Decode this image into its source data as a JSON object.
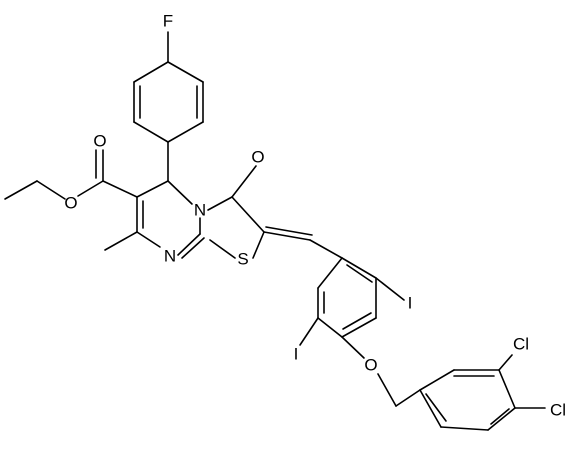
{
  "molecule": {
    "atoms": [
      {
        "id": "F",
        "element": "F",
        "label": "F"
      },
      {
        "id": "O1",
        "element": "O",
        "label": "O"
      },
      {
        "id": "O2",
        "element": "O",
        "label": "O"
      },
      {
        "id": "O3",
        "element": "O",
        "label": "O"
      },
      {
        "id": "O4",
        "element": "O",
        "label": "O"
      },
      {
        "id": "N1",
        "element": "N",
        "label": "N"
      },
      {
        "id": "N2",
        "element": "N",
        "label": "N"
      },
      {
        "id": "S1",
        "element": "S",
        "label": "S"
      },
      {
        "id": "I1",
        "element": "I",
        "label": "I"
      },
      {
        "id": "I2",
        "element": "I",
        "label": "I"
      },
      {
        "id": "Cl1",
        "element": "Cl",
        "label": "Cl"
      },
      {
        "id": "Cl2",
        "element": "Cl",
        "label": "Cl"
      }
    ]
  }
}
